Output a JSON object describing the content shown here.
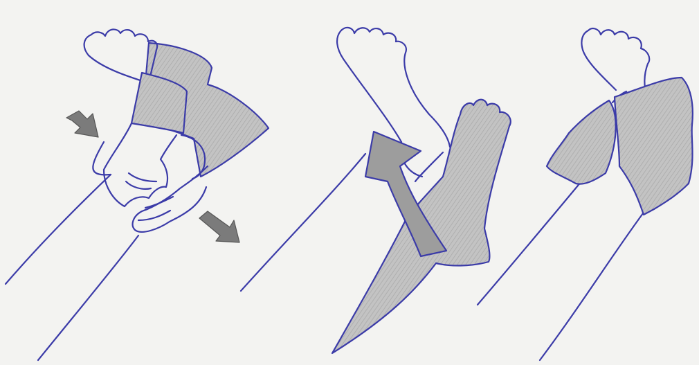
{
  "illustration": {
    "panels": [
      {
        "id": "panel-1"
      },
      {
        "id": "panel-2"
      },
      {
        "id": "panel-3"
      }
    ],
    "colors": {
      "paper": "#f3f3f1",
      "ink": "#3b3ba8",
      "shading": "#b9b9b9",
      "arrow": "#7b7b7b"
    }
  }
}
